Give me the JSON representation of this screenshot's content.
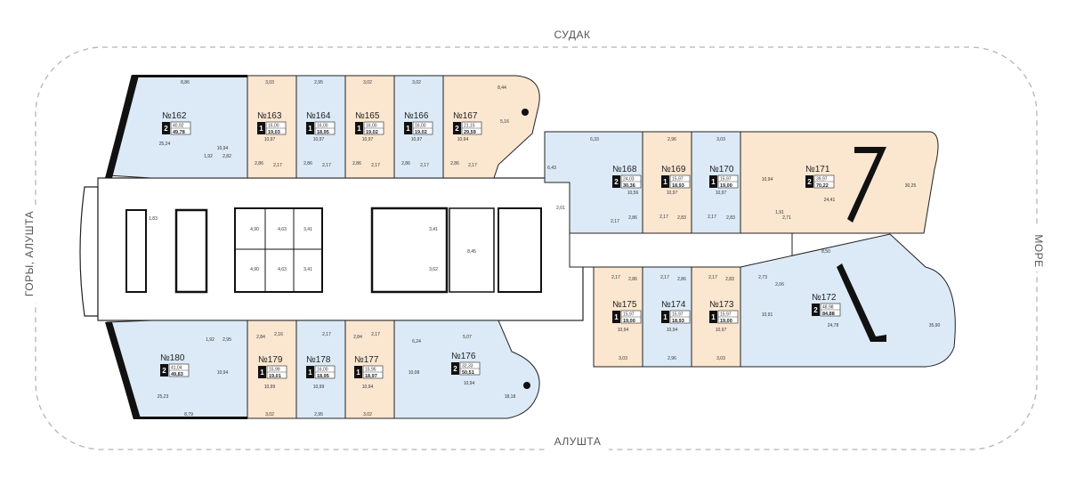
{
  "directions": {
    "top": "СУДАК",
    "bottom": "АЛУШТА",
    "left": "ГОРЫ, АЛУШТА",
    "right": "МОРЕ"
  },
  "colors": {
    "blue": "#dbeaf6",
    "peach": "#fbe6d0",
    "wall": "#111111",
    "outline": "#b5b5b5"
  },
  "units": [
    {
      "id": "162",
      "no": "№162",
      "rooms": "2",
      "area_living": "40,92",
      "area_total": "49,78",
      "color": "blue"
    },
    {
      "id": "163",
      "no": "№163",
      "rooms": "1",
      "area_living": "16,00",
      "area_total": "19,03",
      "color": "peach"
    },
    {
      "id": "164",
      "no": "№164",
      "rooms": "1",
      "area_living": "16,00",
      "area_total": "18,95",
      "color": "blue"
    },
    {
      "id": "165",
      "no": "№165",
      "rooms": "1",
      "area_living": "16,00",
      "area_total": "19,02",
      "color": "peach"
    },
    {
      "id": "166",
      "no": "№166",
      "rooms": "1",
      "area_living": "16,00",
      "area_total": "19,02",
      "color": "blue"
    },
    {
      "id": "167",
      "no": "№167",
      "rooms": "2",
      "area_living": "21,15",
      "area_total": "29,59",
      "color": "peach"
    },
    {
      "id": "168",
      "no": "№168",
      "rooms": "2",
      "area_living": "24,03",
      "area_total": "30,36",
      "color": "blue"
    },
    {
      "id": "169",
      "no": "№169",
      "rooms": "1",
      "area_living": "15,97",
      "area_total": "18,93",
      "color": "peach"
    },
    {
      "id": "170",
      "no": "№170",
      "rooms": "1",
      "area_living": "15,97",
      "area_total": "19,00",
      "color": "blue"
    },
    {
      "id": "171",
      "no": "№171",
      "rooms": "2",
      "area_living": "39,97",
      "area_total": "70,22",
      "color": "peach"
    },
    {
      "id": "172",
      "no": "№172",
      "rooms": "2",
      "area_living": "48,98",
      "area_total": "84,88",
      "color": "blue"
    },
    {
      "id": "173",
      "no": "№173",
      "rooms": "1",
      "area_living": "15,97",
      "area_total": "19,00",
      "color": "peach"
    },
    {
      "id": "174",
      "no": "№174",
      "rooms": "1",
      "area_living": "15,97",
      "area_total": "18,93",
      "color": "blue"
    },
    {
      "id": "175",
      "no": "№175",
      "rooms": "1",
      "area_living": "15,97",
      "area_total": "19,00",
      "color": "peach"
    },
    {
      "id": "176",
      "no": "№176",
      "rooms": "2",
      "area_living": "32,33",
      "area_total": "50,51",
      "color": "blue"
    },
    {
      "id": "177",
      "no": "№177",
      "rooms": "1",
      "area_living": "15,95",
      "area_total": "18,97",
      "color": "peach"
    },
    {
      "id": "178",
      "no": "№178",
      "rooms": "1",
      "area_living": "16,00",
      "area_total": "18,95",
      "color": "blue"
    },
    {
      "id": "179",
      "no": "№179",
      "rooms": "1",
      "area_living": "15,99",
      "area_total": "19,01",
      "color": "peach"
    },
    {
      "id": "180",
      "no": "№180",
      "rooms": "2",
      "area_living": "41,04",
      "area_total": "49,83",
      "color": "blue"
    }
  ],
  "measurements": [
    "8,86",
    "10,94",
    "25,24",
    "1,92",
    "2,82",
    "3,03",
    "10,97",
    "2,86",
    "2,17",
    "2,95",
    "10,97",
    "2,86",
    "2,17",
    "3,02",
    "10,97",
    "2,86",
    "2,17",
    "3,02",
    "10,97",
    "2,86",
    "2,17",
    "8,44",
    "5,16",
    "10,94",
    "2,86",
    "2,17",
    "6,33",
    "6,43",
    "10,56",
    "2,01",
    "2,17",
    "2,86",
    "2,96",
    "10,97",
    "2,17",
    "2,83",
    "3,03",
    "10,97",
    "2,17",
    "2,83",
    "10,94",
    "1,91",
    "2,71",
    "24,41",
    "30,25",
    "8,50",
    "2,73",
    "2,06",
    "10,91",
    "24,78",
    "35,90",
    "2,17",
    "2,83",
    "10,97",
    "3,03",
    "2,17",
    "2,86",
    "10,94",
    "2,96",
    "2,17",
    "2,86",
    "10,94",
    "3,03",
    "1,83",
    "4,90",
    "4,90",
    "4,63",
    "4,63",
    "3,41",
    "3,41",
    "3,41",
    "3,62",
    "8,45",
    "1,92",
    "2,95",
    "10,94",
    "25,23",
    "8,79",
    "2,84",
    "2,16",
    "10,99",
    "3,02",
    "2,17",
    "10,99",
    "2,95",
    "2,84",
    "2,17",
    "10,94",
    "3,02",
    "6,24",
    "5,07",
    "10,08",
    "10,94",
    "18,18"
  ]
}
